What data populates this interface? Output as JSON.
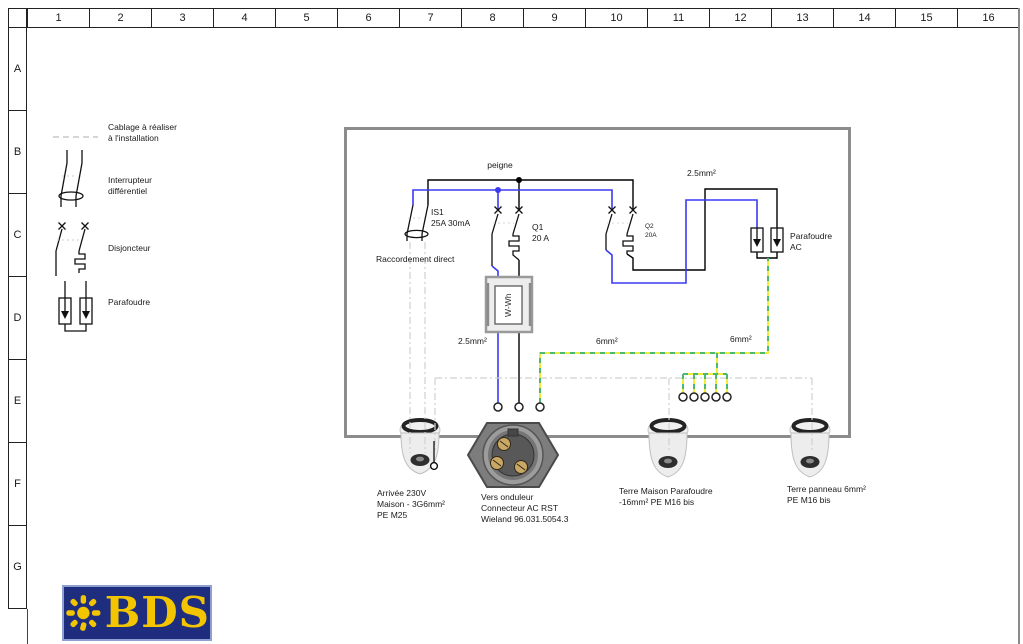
{
  "sheet": {
    "columns": [
      "1",
      "2",
      "3",
      "4",
      "5",
      "6",
      "7",
      "8",
      "9",
      "10",
      "11",
      "12",
      "13",
      "14",
      "15",
      "16"
    ],
    "rows": [
      "A",
      "B",
      "C",
      "D",
      "E",
      "F",
      "G"
    ]
  },
  "legend": {
    "cable_line1": "Cablage à réaliser",
    "cable_line2": "à l'installation",
    "rcd_line1": "Interrupteur",
    "rcd_line2": "différentiel",
    "breaker_label": "Disjoncteur",
    "spd_label": "Parafoudre"
  },
  "diagram": {
    "peigne_label": "peigne",
    "is1_name": "IS1",
    "is1_rating": "25A 30mA",
    "raccordement": "Raccordement direct",
    "q1_name": "Q1",
    "q1_rating": "20 A",
    "q2_name": "Q2",
    "q2_rating": "20A",
    "wire_25_top": "2.5mm²",
    "wire_25_meter": "2.5mm²",
    "wire_6_left": "6mm²",
    "wire_6_right": "6mm²",
    "spd_ac_line1": "Parafoudre",
    "spd_ac_line2": "AC",
    "meter_label": "W-Wh"
  },
  "glands": [
    {
      "line1": "Arrivée 230V",
      "line2": "Maison - 3G6mm²",
      "line3": "PE M25"
    },
    {
      "line1": "Vers onduleur",
      "line2": "Connecteur AC RST",
      "line3": "Wieland 96.031.5054.3"
    },
    {
      "line1": "Terre Maison Parafoudre",
      "line2": "-16mm² PE M16 bis"
    },
    {
      "line1": "Terre panneau 6mm²",
      "line2": "PE M16 bis"
    }
  ],
  "logo": {
    "text": "BDS"
  },
  "colors": {
    "neutral_wire": "#3a3af2",
    "phase_wire": "#000000",
    "earth_yellow": "#ecec3e",
    "earth_green": "#4db870",
    "install_dashed": "#d0d0d0",
    "enclosure_border": "#8c8c8c",
    "logo_bg": "#1f2d7e",
    "logo_fg": "#f2c500"
  }
}
